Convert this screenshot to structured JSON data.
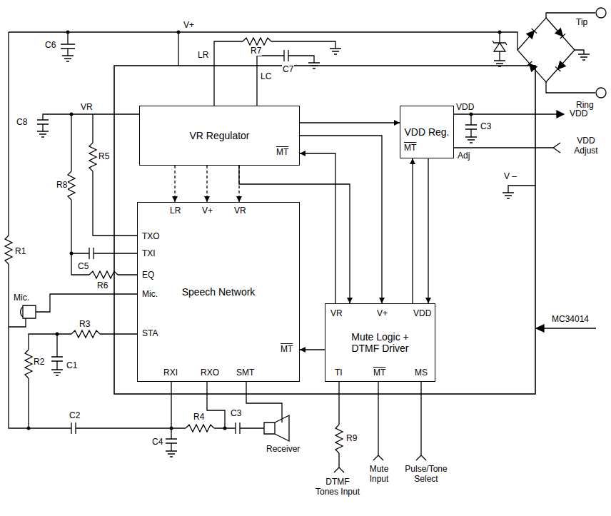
{
  "diagram": {
    "nodes": [
      {
        "text": [
          "VR Regulator"
        ]
      },
      {
        "text": [
          "VDD Reg."
        ]
      },
      {
        "text": [
          "Speech Network"
        ]
      },
      {
        "text": [
          "Mute Logic + DTMF Driver"
        ]
      }
    ],
    "edges": [
      {
        "from": 0,
        "to": 1,
        "arrow": "to"
      },
      {
        "from": 0,
        "to": 2,
        "arrow": "to"
      },
      {
        "from": 0,
        "to": 2,
        "arrow": "to"
      },
      {
        "from": 0,
        "to": 2,
        "arrow": "to"
      },
      {
        "from": 3,
        "to": 0,
        "arrow": "to"
      },
      {
        "from": 3,
        "to": 2,
        "arrow": "to"
      },
      {
        "from": 3,
        "to": 1,
        "arrow": "to"
      },
      {
        "from": 1,
        "to": 3,
        "arrow": "to"
      },
      {
        "from": 0,
        "to": 3,
        "arrow": "to"
      },
      {
        "from": 0,
        "to": 3,
        "arrow": "to"
      }
    ],
    "labels": [
      "Tip",
      "Ring",
      "V+",
      "LR",
      "LC",
      "R7",
      "C7",
      "C6",
      "VR",
      "C8",
      "R5",
      "R8",
      "C5",
      "R6",
      "Mic.",
      "R1",
      "R2",
      "C1",
      "R3",
      "C2",
      "R4",
      "C3",
      "C4",
      "Receiver",
      "VDD",
      "VDD",
      "C3",
      "Adj",
      "VDD Adjust",
      "V –",
      "MC34014",
      "R9",
      "DTMF Tones Input",
      "Mute Input",
      "Pulse/Tone Select",
      "LR",
      "V+",
      "VR",
      "TXO",
      "TXI",
      "EQ",
      "Mic.",
      "STA",
      "RXI",
      "RXO",
      "SMT",
      "MT",
      "MT",
      "MT",
      "VR",
      "V+",
      "VDD",
      "TI",
      "MT",
      "MS"
    ]
  }
}
